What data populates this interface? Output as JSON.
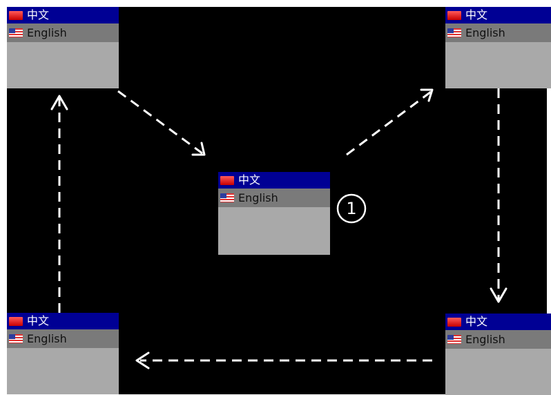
{
  "language_selector": {
    "options": [
      {
        "label": "中文",
        "flag_icon": "china-flag-icon",
        "state": "selected"
      },
      {
        "label": "English",
        "flag_icon": "us-flag-icon",
        "state": "hover"
      }
    ]
  },
  "step_badge": {
    "label": "1"
  },
  "colors": {
    "background": "#000000",
    "selected_row": "#000094",
    "hover_row": "#7a7a7a",
    "panel": "#a9a9a9",
    "arrow": "#ffffff"
  }
}
